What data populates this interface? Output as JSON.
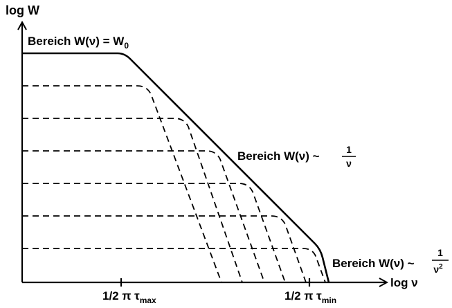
{
  "axes": {
    "y_label": "log W",
    "x_label": "log ν",
    "tick_tau_max": {
      "prefix": "1/2 π τ",
      "sub": "max"
    },
    "tick_tau_min": {
      "prefix": "1/2 π τ",
      "sub": "min"
    }
  },
  "regions": {
    "flat": {
      "prefix": "Bereich W(ν) = W",
      "sub": "0"
    },
    "inverse": {
      "prefix": "Bereich W(ν) ~",
      "num": "1",
      "den": "ν"
    },
    "inverse_square": {
      "prefix": "Bereich W(ν) ~",
      "num": "1",
      "den": "ν",
      "den_sup": "2"
    }
  }
}
